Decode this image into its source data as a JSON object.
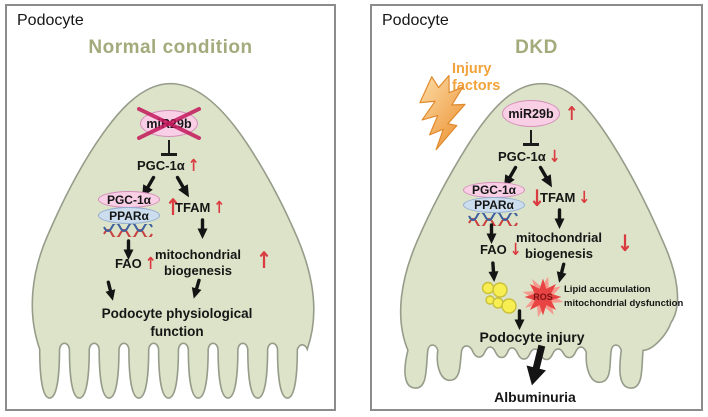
{
  "palette": {
    "panel_border": "#8c8c8c",
    "cell_fill": "#dde3c8",
    "cell_stroke": "#969c8a",
    "title_olive": "#a3ab7c",
    "text_dark": "#161616",
    "red_indicator": "#d93b40",
    "cross_pink": "#c2185b",
    "oval_pink_fill": "#f9cfe6",
    "oval_pink_stroke": "#d28fb8",
    "oval_blue_fill": "#ccddee",
    "oval_blue_stroke": "#92aed0",
    "dna_red": "#c8403f",
    "dna_blue": "#3c5f9e",
    "orange_text": "#f2a33c",
    "bolt_light": "#fcdca6",
    "bolt_dark": "#ec8f2f",
    "bolt_stroke": "#e08a2e",
    "lipid_fill": "#f7ef52",
    "lipid_stroke": "#c9bf3b",
    "ros_fill": "#e84444",
    "ros_fringe": "#f59a8f",
    "ros_text": "#7c1212"
  },
  "indicators": {
    "up": "↑",
    "down": "↓"
  },
  "left": {
    "corner_label": "Podocyte",
    "title": "Normal condition",
    "mir29b": "miR29b",
    "pgc1a": "PGC-1α",
    "complex_pgc1a": "PGC-1α",
    "complex_ppara": "PPARα",
    "tfam": "TFAM",
    "fao": "FAO",
    "mito1": "mitochondrial",
    "mito2": "biogenesis",
    "outcome1": "Podocyte physiological",
    "outcome2": "function"
  },
  "right": {
    "corner_label": "Podocyte",
    "title": "DKD",
    "injury1": "Injury",
    "injury2": "factors",
    "mir29b": "miR29b",
    "pgc1a": "PGC-1α",
    "complex_pgc1a": "PGC-1α",
    "complex_ppara": "PPARα",
    "tfam": "TFAM",
    "fao": "FAO",
    "mito1": "mitochondrial",
    "mito2": "biogenesis",
    "ros": "ROS",
    "note1": "Lipid accumulation",
    "note2": "mitochondrial dysfunction",
    "injury_outcome": "Podocyte injury",
    "albuminuria": "Albuminuria"
  }
}
